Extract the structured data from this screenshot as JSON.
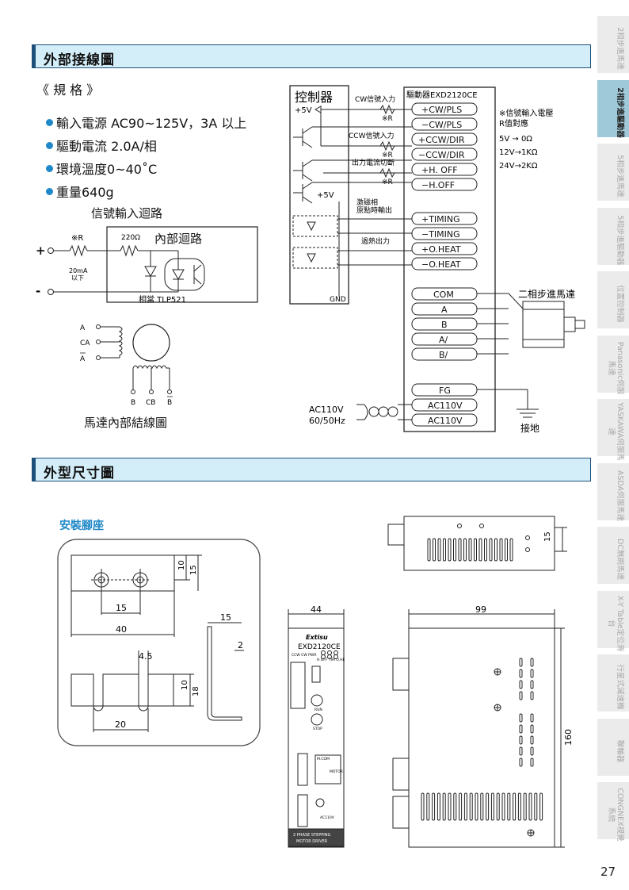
{
  "sections": {
    "wiring_title": "外部接線圖",
    "outline_title": "外型尺寸圖"
  },
  "spec": {
    "heading": "《 規 格 》",
    "items": [
      "輸入電源 AC90~125V，3A 以上",
      "驅動電流 2.0A/相",
      "環境溫度0~40˚C",
      "重量640g"
    ]
  },
  "input_circuit": {
    "title": "信號輸入迴路",
    "internal_label": "內部迴路",
    "resistor_r": "※R",
    "resistor_220": "220Ω",
    "current": "20mA",
    "current_note": "以下",
    "equiv": "相當 TLP521",
    "plus": "+",
    "minus": "-"
  },
  "motor_internal": {
    "title": "馬達內部結線圖",
    "terminals_left": [
      "A",
      "CA",
      "A"
    ],
    "terminals_bottom": [
      "B",
      "CB",
      "B"
    ]
  },
  "wiring": {
    "controller": "控制器",
    "driver": "驅動器EXD2120CE",
    "plus5v": "+5V",
    "plus5v_2": "+5V",
    "gnd": "GND",
    "r_mark": "※R",
    "labels": [
      "CW信號入力",
      "CCW信號入力",
      "出力電流切斷",
      "激磁相",
      "原點時輸出",
      "過熱出力"
    ],
    "terminals": [
      "+CW/PLS",
      "−CW/PLS",
      "+CCW/DIR",
      "−CCW/DIR",
      "+H. OFF",
      "−H.OFF",
      "+TIMING",
      "−TIMING",
      "+O.HEAT",
      "−O.HEAT"
    ],
    "motor_terminals": [
      "COM",
      "A",
      "B",
      "A/",
      "B/"
    ],
    "motor_label": "二相步進馬達",
    "power_terminals": [
      "FG",
      "AC110V",
      "AC110V"
    ],
    "power_label_1": "AC110V",
    "power_label_2": "60/50Hz",
    "ground_label": "接地",
    "note_title": "※信號輸入電壓",
    "note_sub": "R值對應",
    "note_lines": [
      "5V  → 0Ω",
      "12V→1KΩ",
      "24V→2KΩ"
    ]
  },
  "mount": {
    "title": "安裝腳座",
    "dims": [
      "10",
      "15",
      "15",
      "40",
      "4.5",
      "2",
      "15",
      "10",
      "18",
      "20"
    ]
  },
  "front": {
    "width": "44",
    "brand": "Extisu",
    "model": "EXD2120CE",
    "indicators": "CCW  CW  PWR",
    "switch_labels": "H.OFF  TIM  O.HE",
    "run": "RUN",
    "stop": "STOP",
    "mcom": "M.COM",
    "motor": "MOTOR",
    "ac": "AC110V",
    "bottom_line1": "2 PHASE STEPPING",
    "bottom_line2": "MOTOR DRIVER"
  },
  "side": {
    "top_dim": "15",
    "width_dim": "99",
    "height_dim": "160"
  },
  "side_tabs": [
    {
      "label": "2相步進馬達",
      "active": false
    },
    {
      "label": "2相步進驅動器",
      "active": true
    },
    {
      "label": "5相步進馬達",
      "active": false
    },
    {
      "label": "5相步進驅動器",
      "active": false
    },
    {
      "label": "位置控制器",
      "active": false
    },
    {
      "label": "Panasonic伺服馬達",
      "active": false
    },
    {
      "label": "YASKAWA伺服馬達",
      "active": false
    },
    {
      "label": "ASDA伺服馬達",
      "active": false
    },
    {
      "label": "DC無刷馬達",
      "active": false
    },
    {
      "label": "X-Y Table定位滑台",
      "active": false
    },
    {
      "label": "行星式減速機",
      "active": false
    },
    {
      "label": "聯軸器",
      "active": false
    },
    {
      "label": "CONGNEX視覺系統",
      "active": false
    }
  ],
  "page_number": "27"
}
